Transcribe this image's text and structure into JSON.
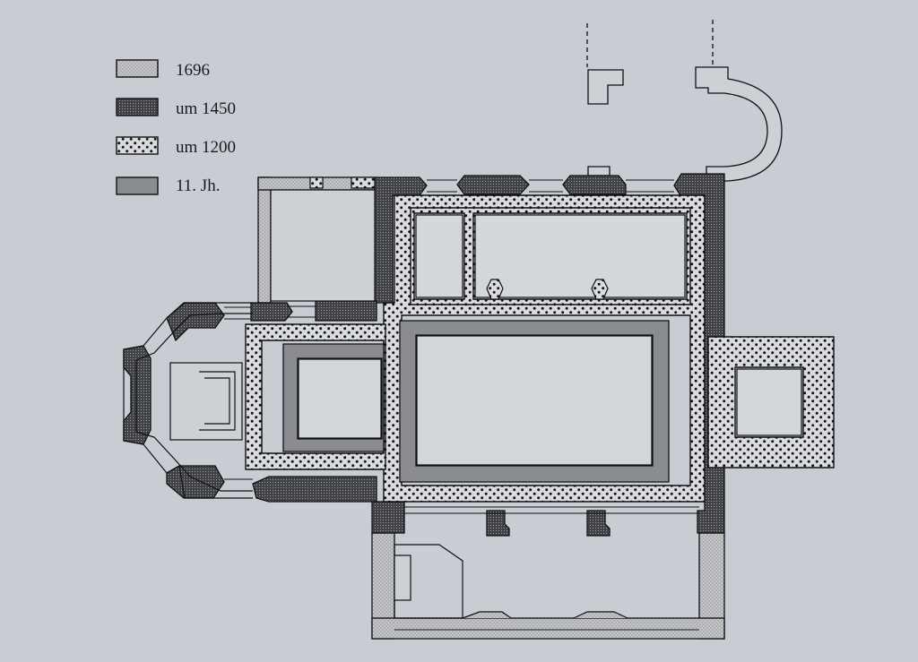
{
  "legend": {
    "items": [
      {
        "label": "1696",
        "pattern": "fine-stipple"
      },
      {
        "label": "um 1450",
        "pattern": "dense-crosshatch"
      },
      {
        "label": "um 1200",
        "pattern": "coarse-dots"
      },
      {
        "label": "11. Jh.",
        "pattern": "solid-gray"
      }
    ]
  },
  "colors": {
    "background": "#c9ccd2",
    "ink": "#1b1b1b",
    "phase_1696": "#b6b8bb",
    "phase_1450": "#45474b",
    "phase_1200": "#d6d8db",
    "phase_11jh": "#8a8c90"
  }
}
